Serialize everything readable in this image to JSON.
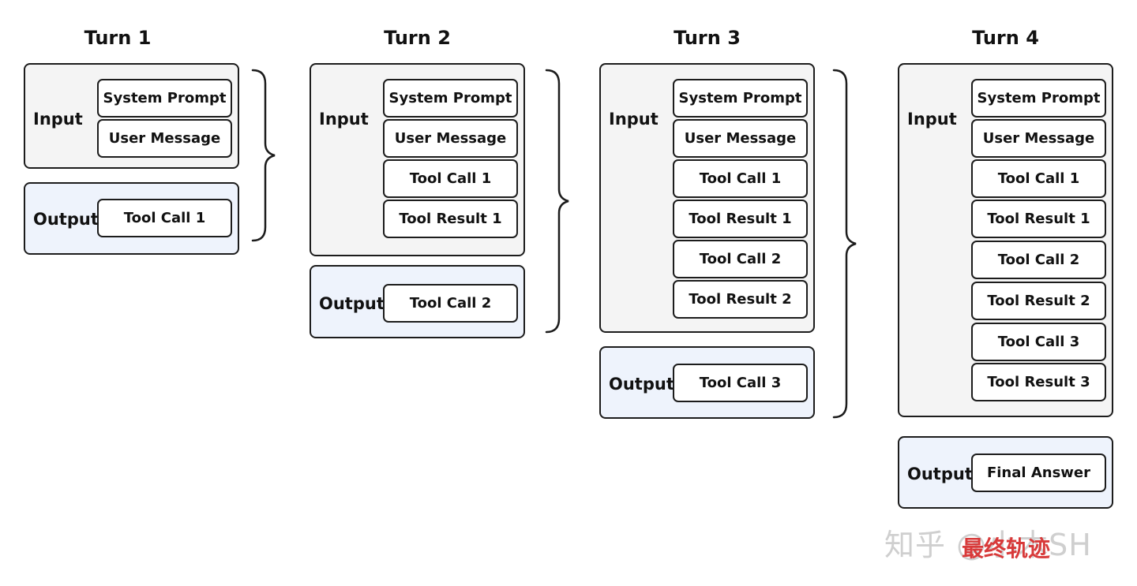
{
  "diagram": {
    "turns": [
      {
        "title": "Turn 1",
        "input_label": "Input",
        "input_items": [
          "System Prompt",
          "User Message"
        ],
        "output_label": "Output",
        "output_item": "Tool Call 1"
      },
      {
        "title": "Turn 2",
        "input_label": "Input",
        "input_items": [
          "System Prompt",
          "User Message",
          "Tool Call 1",
          "Tool Result 1"
        ],
        "output_label": "Output",
        "output_item": "Tool Call 2"
      },
      {
        "title": "Turn 3",
        "input_label": "Input",
        "input_items": [
          "System Prompt",
          "User Message",
          "Tool Call 1",
          "Tool Result 1",
          "Tool Call 2",
          "Tool Result 2"
        ],
        "output_label": "Output",
        "output_item": "Tool Call 3"
      },
      {
        "title": "Turn 4",
        "input_label": "Input",
        "input_items": [
          "System Prompt",
          "User Message",
          "Tool Call 1",
          "Tool Result 1",
          "Tool Call 2",
          "Tool Result 2",
          "Tool Call 3",
          "Tool Result 3"
        ],
        "output_label": "Output",
        "output_item": "Final Answer"
      }
    ]
  },
  "watermark": {
    "site": "知乎 @小木SH",
    "overlay": "最终轨迹"
  }
}
